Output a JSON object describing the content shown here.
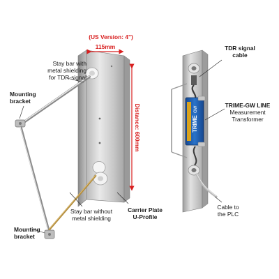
{
  "annotations": {
    "us_version": "(US Version: 4\")",
    "width_mm": "115mm",
    "distance": "Distance: 600mm",
    "stay_bar_shielded_line1": "Stay bar with",
    "stay_bar_shielded_line2": "metal shielding",
    "stay_bar_shielded_line3": "for TDR-signal",
    "mounting_bracket_top_line1": "Mounting",
    "mounting_bracket_top_line2": "bracket",
    "stay_bar_unshielded_line1": "Stay bar without",
    "stay_bar_unshielded_line2": "metal shielding",
    "mounting_bracket_bottom_line1": "Mounting",
    "mounting_bracket_bottom_line2": "bracket",
    "carrier_plate_line1": "Carrier Plate",
    "carrier_plate_line2": "U-Profile",
    "tdr_cable_line1": "TDR signal",
    "tdr_cable_line2": "cable",
    "trime_line1": "TRIME-GW LINE",
    "trime_line2": "Measurement",
    "trime_line3": "Transformer",
    "plc_cable_line1": "Cable to",
    "plc_cable_line2": "the PLC"
  },
  "device_label": {
    "brand": "TRIME",
    "model": "GW"
  },
  "colors": {
    "dimension_red": "#d81e1e",
    "steel_light": "#dcdcdc",
    "steel_dark": "#8e8e8e",
    "transformer_blue": "#1f5fb0",
    "cable_gray": "#b8b8b8"
  }
}
